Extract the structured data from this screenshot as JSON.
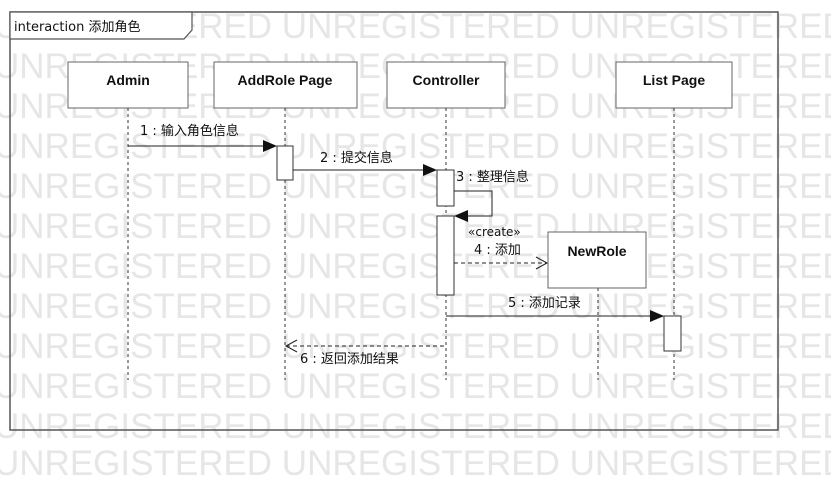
{
  "frame": {
    "title": "interaction 添加角色"
  },
  "watermark": "UNREGISTERED UNREGISTERED UNREGISTERED UNREGISTERED",
  "lifelines": [
    {
      "id": "admin",
      "label": "Admin"
    },
    {
      "id": "addrole",
      "label": "AddRole Page"
    },
    {
      "id": "controller",
      "label": "Controller"
    },
    {
      "id": "listpage",
      "label": "List Page"
    },
    {
      "id": "newrole",
      "label": "NewRole"
    }
  ],
  "messages": [
    {
      "label": "1 : 输入角色信息"
    },
    {
      "label": "2 : 提交信息"
    },
    {
      "label": "3 : 整理信息"
    },
    {
      "label": "4 : 添加",
      "stereotype": "«create»"
    },
    {
      "label": "5 : 添加记录"
    },
    {
      "label": "6 : 返回添加结果"
    }
  ]
}
